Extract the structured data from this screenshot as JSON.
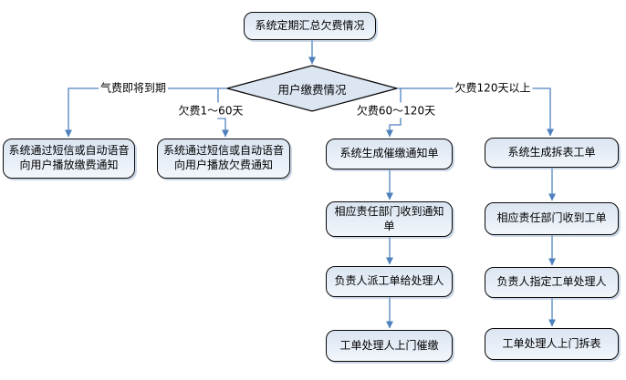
{
  "diagram": {
    "start": "系统定期汇总欠费情况",
    "decision": "用户缴费情况",
    "branches": [
      {
        "condition": "气费即将到期",
        "steps": [
          "系统通过短信或自动语音向用户播放缴费通知"
        ]
      },
      {
        "condition": "欠费1～60天",
        "steps": [
          "系统通过短信或自动语音向用户播放欠费通知"
        ]
      },
      {
        "condition": "欠费60～120天",
        "steps": [
          "系统生成催缴通知单",
          "相应责任部门收到通知单",
          "负责人派工单给处理人",
          "工单处理人上门催缴"
        ]
      },
      {
        "condition": "欠费120天以上",
        "steps": [
          "系统生成拆表工单",
          "相应责任部门收到工单",
          "负责人指定工单处理人",
          "工单处理人上门拆表"
        ]
      }
    ],
    "colors": {
      "connector": "#4f81bd",
      "node_border": "#0a0a0a",
      "node_fill_top": "#dbe5f1",
      "node_fill_bottom": "#f2f6fb",
      "background": "#ffffff"
    }
  }
}
